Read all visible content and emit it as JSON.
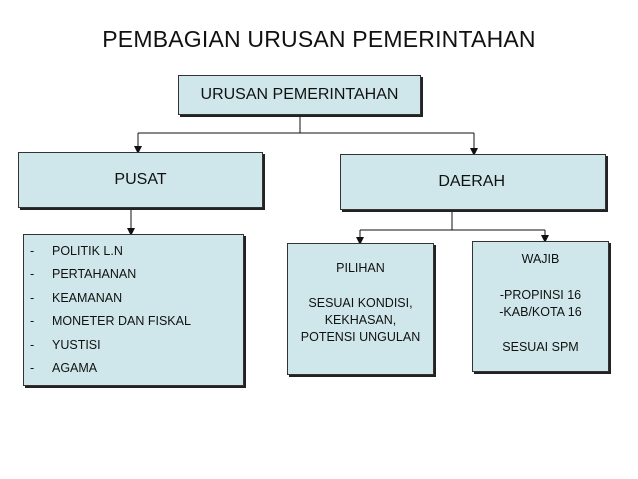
{
  "title": "PEMBAGIAN URUSAN PEMERINTAHAN",
  "root": {
    "label": "URUSAN PEMERINTAHAN"
  },
  "pusat": {
    "label": "PUSAT",
    "items": [
      {
        "bullet": "-",
        "text": "POLITIK L.N"
      },
      {
        "bullet": "-",
        "text": "PERTAHANAN"
      },
      {
        "bullet": "-",
        "text": "KEAMANAN"
      },
      {
        "bullet": "-",
        "text": "MONETER DAN FISKAL"
      },
      {
        "bullet": "-",
        "text": "YUSTISI"
      },
      {
        "bullet": "-",
        "text": "AGAMA"
      }
    ]
  },
  "daerah": {
    "label": "DAERAH",
    "pilihan": {
      "heading": "PILIHAN",
      "lines": [
        "SESUAI KONDISI,",
        "KEKHASAN,",
        "POTENSI UNGULAN"
      ]
    },
    "wajib": {
      "heading": "WAJIB",
      "lines": [
        "-PROPINSI 16",
        "-KAB/KOTA 16"
      ],
      "footer": "SESUAI SPM"
    }
  }
}
